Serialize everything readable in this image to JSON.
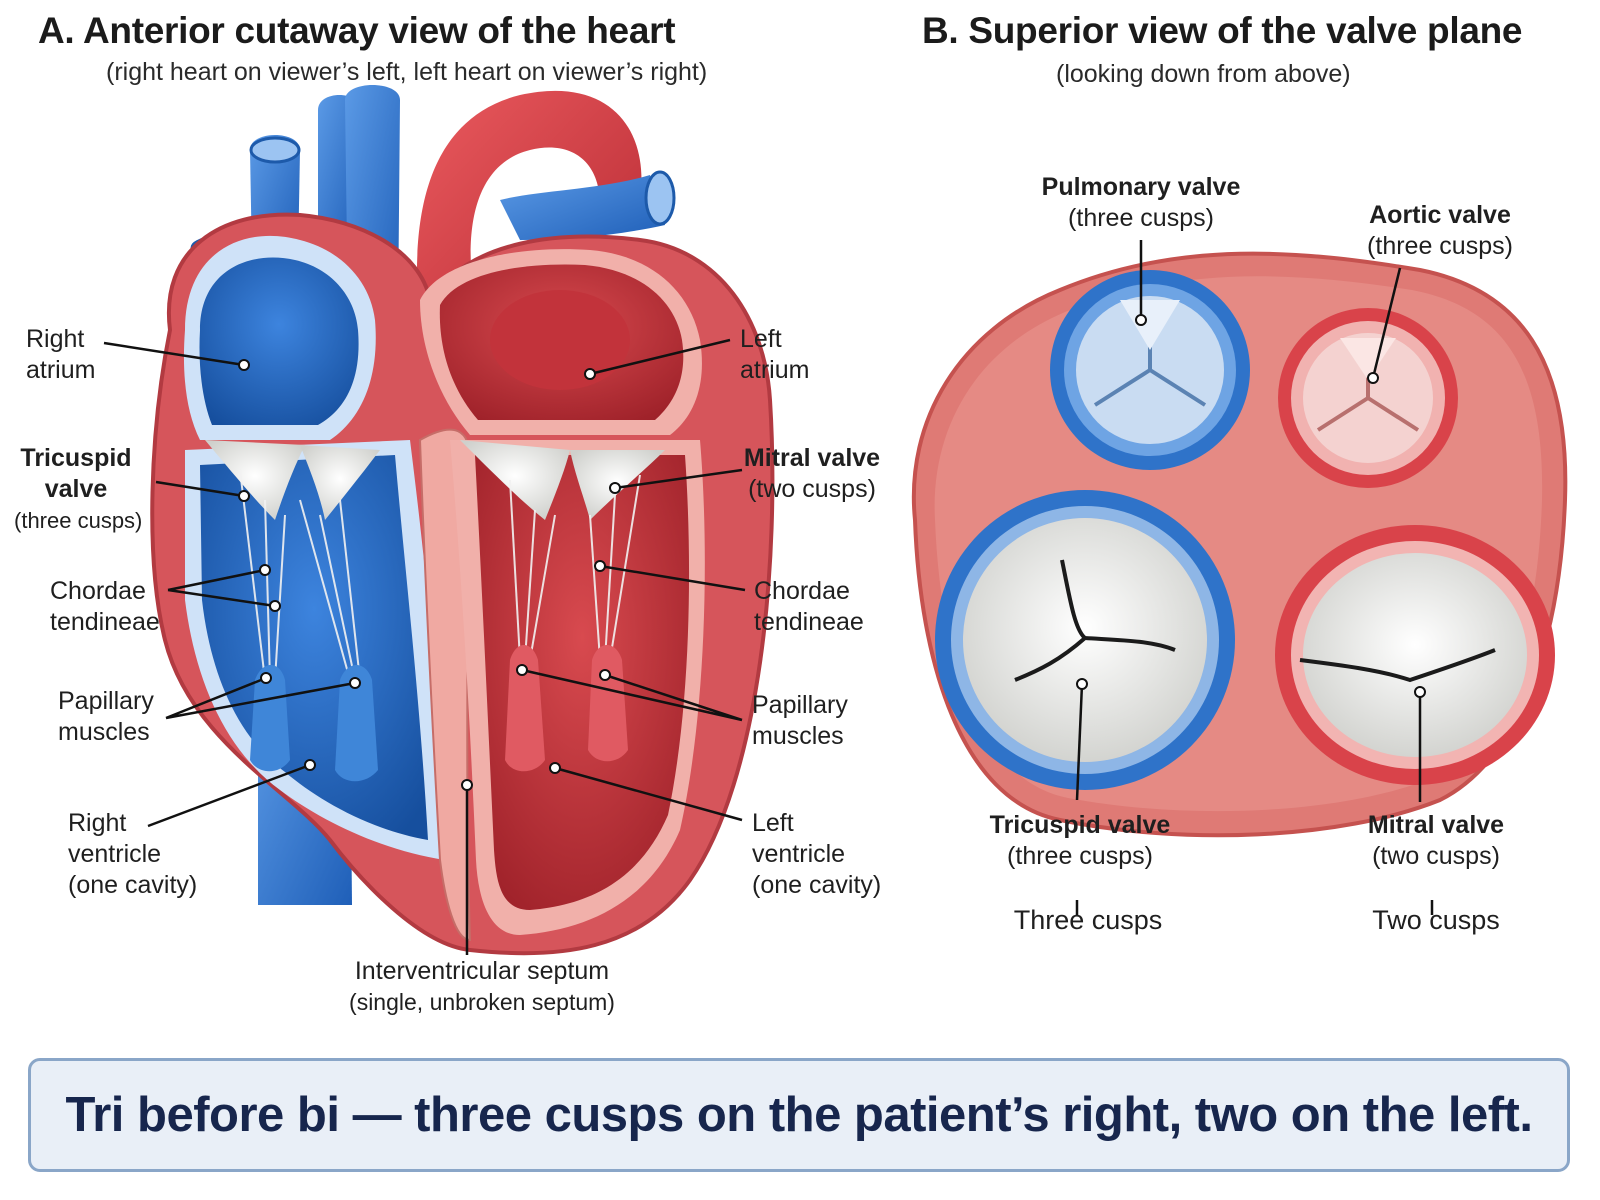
{
  "panel_a": {
    "title": "A. Anterior cutaway view of the heart",
    "subtitle": "(right heart on viewer’s left, left heart on viewer’s right)",
    "labels": {
      "right_atrium": [
        "Right",
        "atrium"
      ],
      "tricuspid_valve": [
        "Tricuspid",
        "valve",
        "(three cusps)"
      ],
      "chordae_left": [
        "Chordae",
        "tendineae"
      ],
      "papillary_left": [
        "Papillary",
        "muscles"
      ],
      "right_ventricle": [
        "Right",
        "ventricle",
        "(one cavity)"
      ],
      "left_atrium": [
        "Left",
        "atrium"
      ],
      "mitral_valve": [
        "Mitral valve",
        "(two cusps)"
      ],
      "chordae_right": [
        "Chordae",
        "tendineae"
      ],
      "papillary_right": [
        "Papillary",
        "muscles"
      ],
      "left_ventricle": [
        "Left",
        "ventricle",
        "(one cavity)"
      ],
      "septum": [
        "Interventricular septum",
        "(single, unbroken septum)"
      ]
    }
  },
  "panel_b": {
    "title": "B. Superior view of the valve plane",
    "subtitle": "(looking down from above)",
    "labels": {
      "pulmonary": [
        "Pulmonary valve",
        "(three cusps)"
      ],
      "aortic": [
        "Aortic valve",
        "(three cusps)"
      ],
      "tricuspid": [
        "Tricuspid valve",
        "(three cusps)",
        "Three cusps"
      ],
      "mitral": [
        "Mitral valve",
        "(two cusps)",
        "Two cusps"
      ]
    }
  },
  "banner": "Tri before bi — three cusps on the patient’s right, two on the left.",
  "colors": {
    "deoxygenated": "#2f73c9",
    "oxygenated": "#d9434a",
    "myocardium": "#e9918a",
    "valve": "#eeeeea",
    "banner_bg": "#e9eff7",
    "banner_text": "#17264d"
  }
}
